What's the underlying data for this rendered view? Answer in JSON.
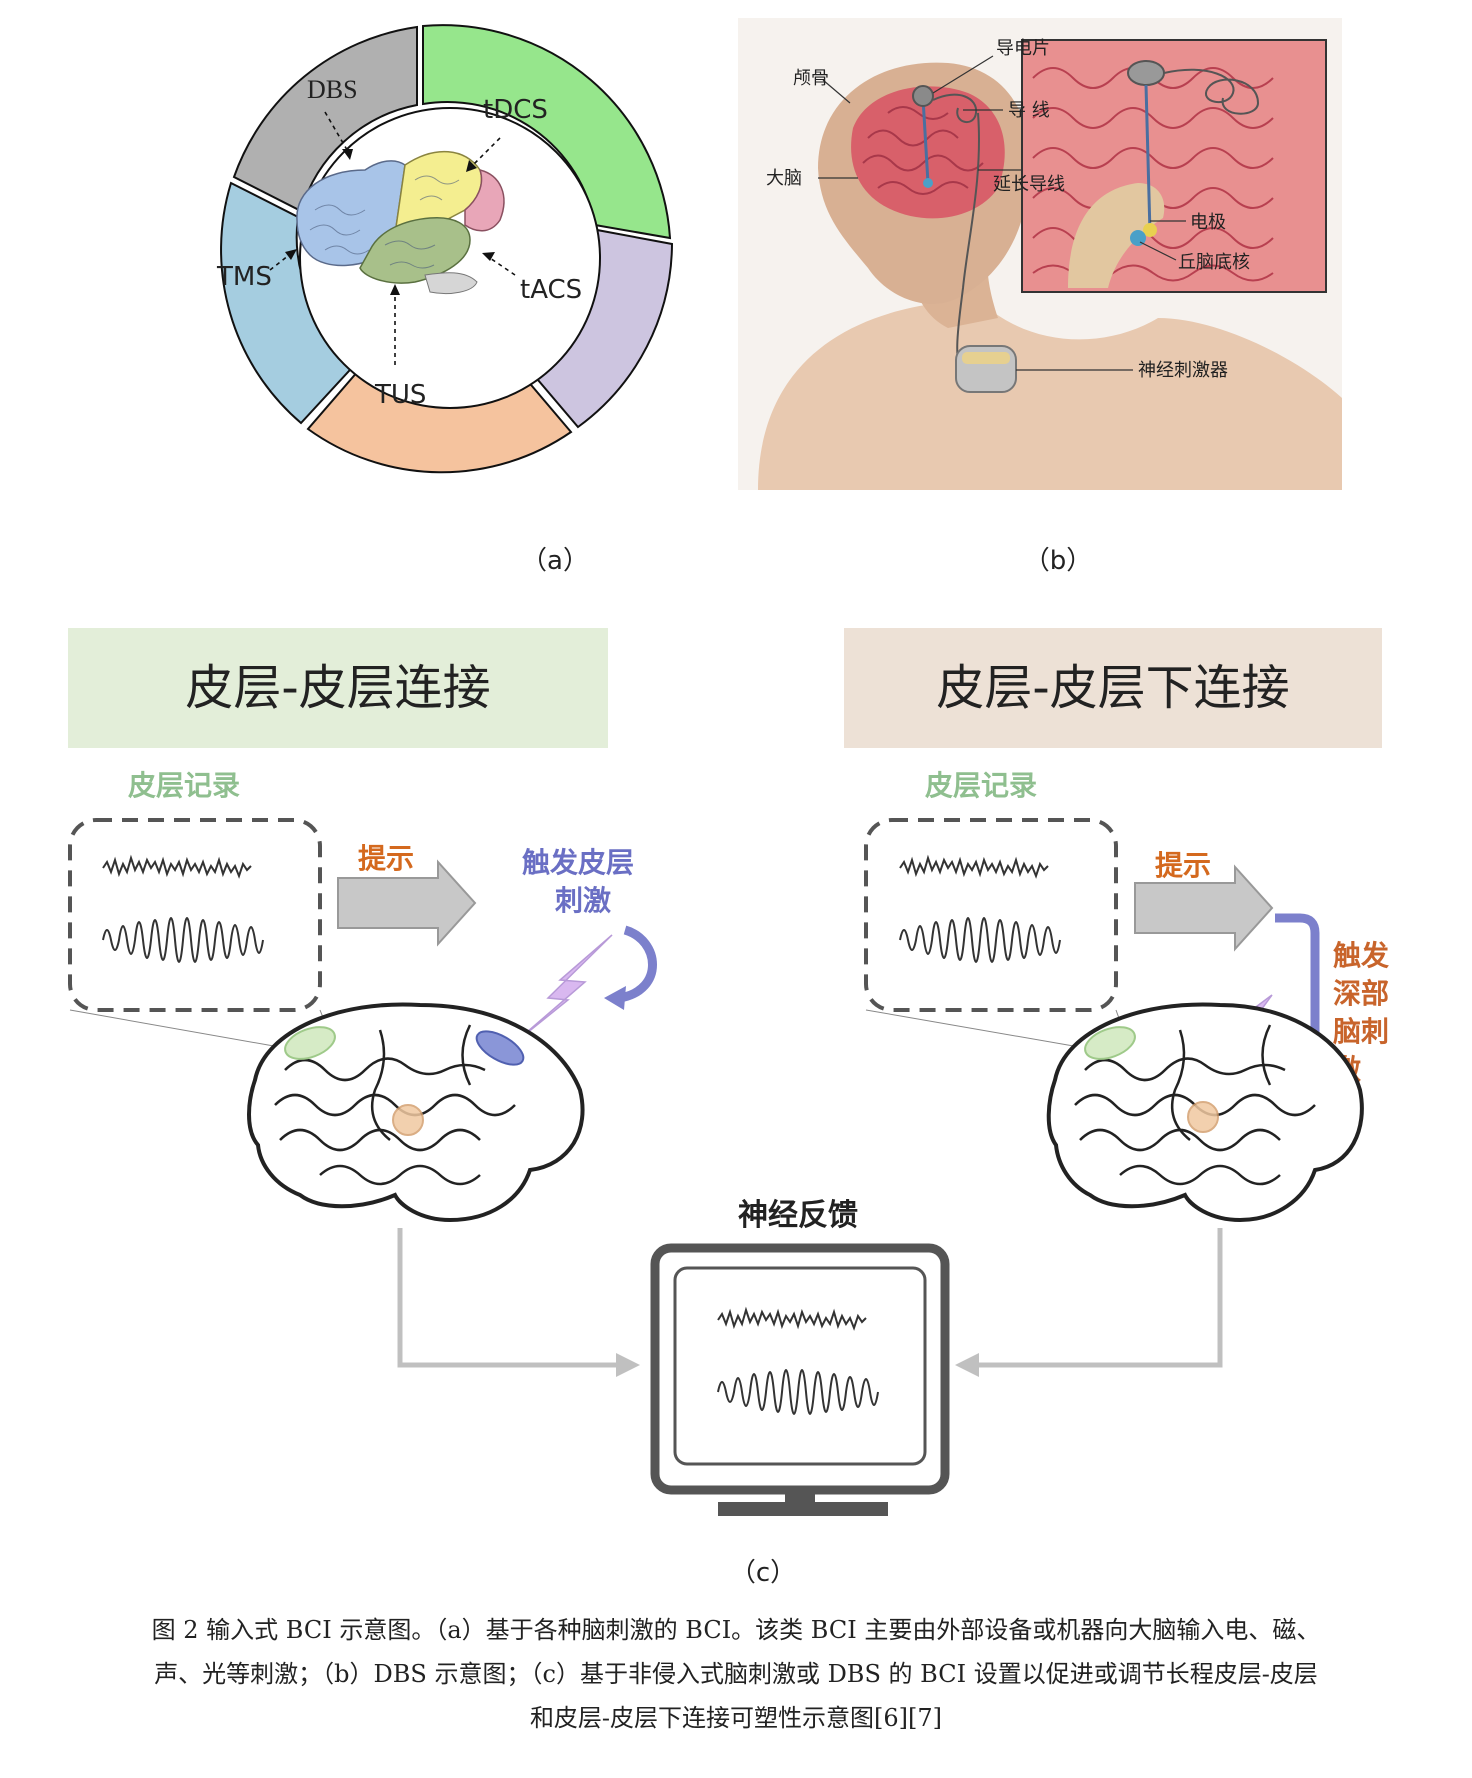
{
  "panel_a": {
    "segments": [
      {
        "label": "DBS",
        "color": "#b0b0b0"
      },
      {
        "label": "tDCS",
        "color": "#96e68c"
      },
      {
        "label": "tACS",
        "color": "#cdc5e0"
      },
      {
        "label": "TUS",
        "color": "#f5c39e"
      },
      {
        "label": "TMS",
        "color": "#a5cde0"
      }
    ],
    "label": "（a）"
  },
  "panel_b": {
    "labels": {
      "skull": "颅骨",
      "brain": "大脑",
      "electrode_plate": "导电片",
      "wire": "导 线",
      "extension_wire": "延长导线",
      "electrode": "电极",
      "stn": "丘脑底核",
      "stimulator": "神经刺激器"
    },
    "label": "（b）"
  },
  "panel_c": {
    "left": {
      "title": "皮层-皮层连接",
      "record": "皮层记录",
      "cue": "提示",
      "trigger": "触发皮层\n刺激"
    },
    "right": {
      "title": "皮层-皮层下连接",
      "record": "皮层记录",
      "cue": "提示",
      "trigger": "触发\n深部\n脑刺\n激"
    },
    "feedback": "神经反馈",
    "label": "（c）"
  },
  "caption": {
    "line1": "图 2  输入式 BCI 示意图。（a）基于各种脑刺激的 BCI。该类 BCI 主要由外部设备或机器向大脑输入电、磁、",
    "line2": "声、光等刺激；（b）DBS 示意图；（c）基于非侵入式脑刺激或 DBS 的 BCI 设置以促进或调节长程皮层-皮层",
    "line3": "和皮层-皮层下连接可塑性示意图[6][7]"
  },
  "colors": {
    "left_banner": "#e3eed9",
    "right_banner": "#ede1d6",
    "record_green": "#8fbf8f",
    "cue_orange": "#d4691e",
    "trigger_blue": "#6a6fc4",
    "trigger_orange": "#c8642b"
  }
}
